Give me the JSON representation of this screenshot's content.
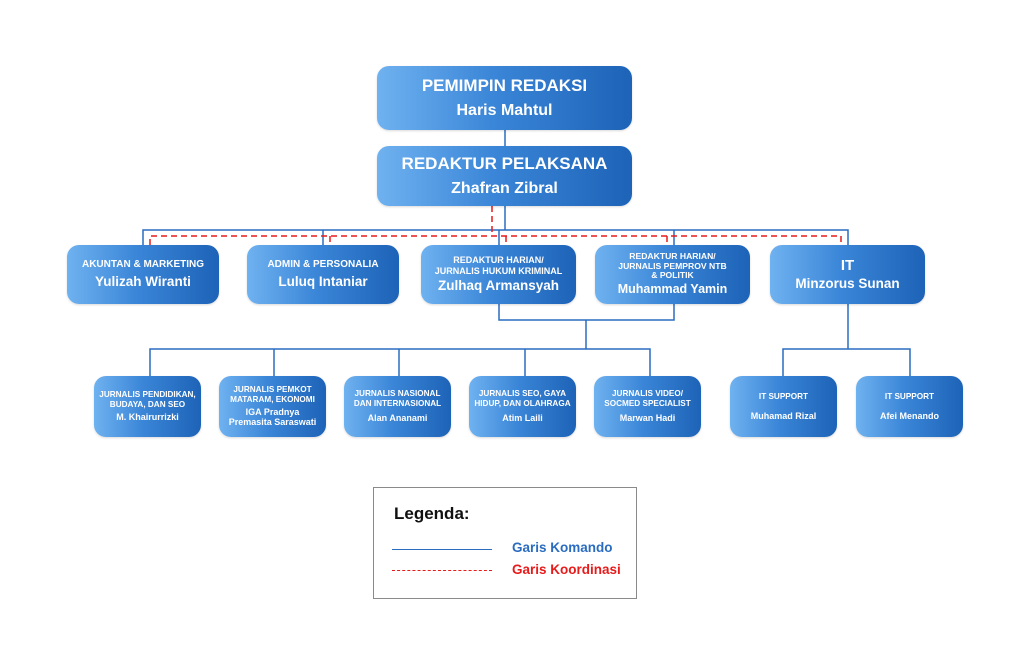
{
  "nodes": {
    "pemimpin": {
      "role": "PEMIMPIN REDAKSI",
      "name": "Haris Mahtul"
    },
    "pelaksana": {
      "role": "REDAKTUR PELAKSANA",
      "name": "Zhafran Zibral"
    },
    "akuntan": {
      "role": "AKUNTAN & MARKETING",
      "name": "Yulizah Wiranti"
    },
    "admin": {
      "role": "ADMIN & PERSONALIA",
      "name": "Luluq Intaniar"
    },
    "redhukum": {
      "role": "REDAKTUR HARIAN/\nJURNALIS HUKUM KRIMINAL",
      "name": "Zulhaq Armansyah"
    },
    "redpolitik": {
      "role": "REDAKTUR HARIAN/\nJURNALIS PEMPROV NTB\n& POLITIK",
      "name": "Muhammad Yamin"
    },
    "it": {
      "role": "IT",
      "name": "Minzorus Sunan"
    },
    "jpendidikan": {
      "role": "JURNALIS PENDIDIKAN,\nBUDAYA, DAN SEO",
      "name": "M. Khairurrizki"
    },
    "jpemkot": {
      "role": "JURNALIS PEMKOT\nMATARAM, EKONOMI",
      "name": "IGA Pradnya\nPremasita Saraswati"
    },
    "jnasional": {
      "role": "JURNALIS NASIONAL\nDAN INTERNASIONAL",
      "name": "Alan Ananami"
    },
    "jseo": {
      "role": "JURNALIS SEO, GAYA\nHIDUP, DAN OLAHRAGA",
      "name": "Atim Laili"
    },
    "jvideo": {
      "role": "JURNALIS VIDEO/\nSOCMED SPECIALIST",
      "name": "Marwan Hadi"
    },
    "itsupport1": {
      "role": "IT SUPPORT",
      "name": "Muhamad Rizal"
    },
    "itsupport2": {
      "role": "IT SUPPORT",
      "name": "Afei Menando"
    }
  },
  "legend": {
    "title": "Legenda:",
    "komando": "Garis Komando",
    "koordinasi": "Garis Koordinasi"
  },
  "colors": {
    "komando": "#2a6cc0",
    "koordinasi": "#e81a1a",
    "box_light": "#6fb2f0",
    "box_dark": "#1d63b7"
  }
}
